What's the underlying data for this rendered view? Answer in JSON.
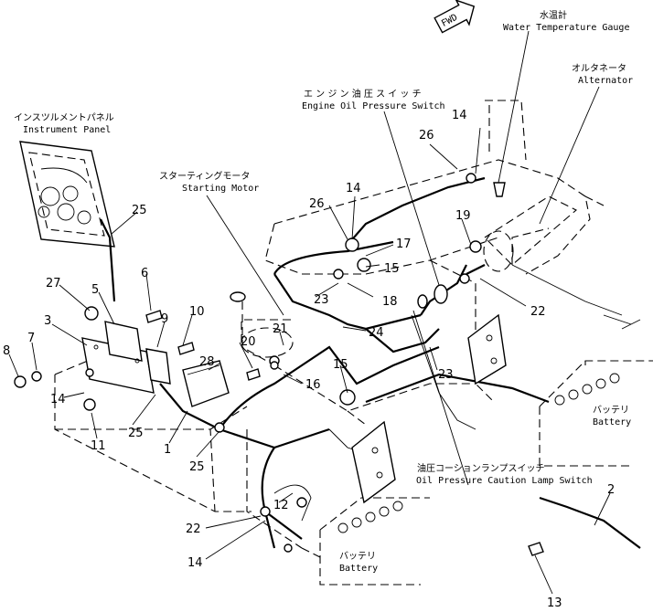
{
  "fwd": "FWD",
  "labels": {
    "water_temp_jp": "水温計",
    "water_temp_en": "Water Temperature Gauge",
    "alternator_jp": "オルタネータ",
    "alternator_en": "Alternator",
    "engine_oil_jp": "エ ン ジ ン 油 圧 ス イ ッ チ",
    "engine_oil_en": "Engine Oil Pressure Switch",
    "instrument_jp": "インスツルメントパネル",
    "instrument_en": "Instrument Panel",
    "starting_jp": "スターティングモータ",
    "starting_en": "Starting Motor",
    "caution_jp": "油圧コーションランプスイッチ",
    "caution_en": "Oil Pressure Caution Lamp Switch",
    "battery1_jp": "バッテリ",
    "battery1_en": "Battery",
    "battery2_jp": "バッテリ",
    "battery2_en": "Battery"
  },
  "callouts": {
    "c14a": "14",
    "c26a": "26",
    "c14b": "14",
    "c26b": "26",
    "c17": "17",
    "c15a": "15",
    "c19": "19",
    "c18": "18",
    "c22a": "22",
    "c23a": "23",
    "c24": "24",
    "c23b": "23",
    "c21": "21",
    "c20": "20",
    "c16": "16",
    "c15b": "15",
    "c28": "28",
    "c10": "10",
    "c9": "9",
    "c6": "6",
    "c25a": "25",
    "c27": "27",
    "c5": "5",
    "c3": "3",
    "c8": "8",
    "c7": "7",
    "c14c": "14",
    "c11": "11",
    "c25b": "25",
    "c1": "1",
    "c25c": "25",
    "c12": "12",
    "c22b": "22",
    "c14d": "14",
    "c2": "2",
    "c13": "13"
  }
}
